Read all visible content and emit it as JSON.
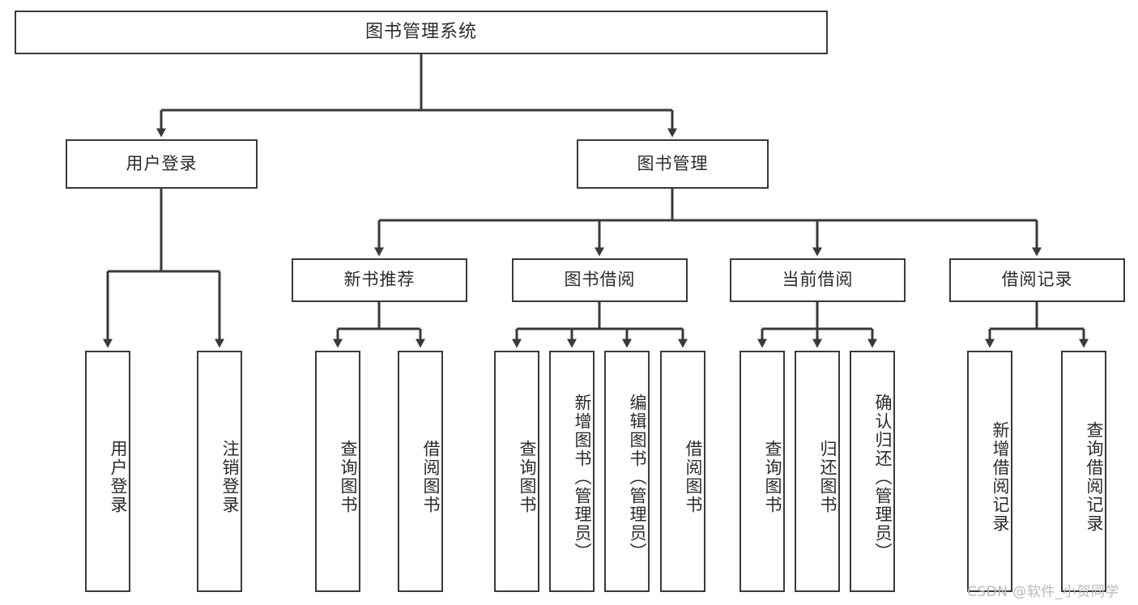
{
  "diagram": {
    "title": "图书管理系统",
    "type": "tree-hierarchy-diagram",
    "colors": {
      "box_border": "#3a3a3a",
      "box_fill": "#ffffff",
      "connector": "#3a3a3a",
      "text": "#2b2b2b",
      "watermark": "#b9b9b9",
      "background": "#ffffff"
    },
    "nodes": {
      "root": {
        "label": "图书管理系统"
      },
      "level2": [
        {
          "id": "user-login",
          "label": "用户登录"
        },
        {
          "id": "book-management",
          "label": "图书管理"
        }
      ],
      "level3": [
        {
          "id": "new-book-recommend",
          "label": "新书推荐"
        },
        {
          "id": "book-borrow",
          "label": "图书借阅"
        },
        {
          "id": "current-borrow",
          "label": "当前借阅"
        },
        {
          "id": "borrow-record",
          "label": "借阅记录"
        }
      ],
      "leaves": [
        {
          "id": "leaf-user-login",
          "label": "用户登录",
          "parent": "user-login"
        },
        {
          "id": "leaf-user-logout",
          "label": "注销登录",
          "parent": "user-login"
        },
        {
          "id": "leaf-query-book-1",
          "label": "查询图书",
          "parent": "new-book-recommend"
        },
        {
          "id": "leaf-borrow-book-1",
          "label": "借阅图书",
          "parent": "new-book-recommend"
        },
        {
          "id": "leaf-query-book-2",
          "label": "查询图书",
          "parent": "book-borrow"
        },
        {
          "id": "leaf-add-book",
          "label": "新增图书（管理员）",
          "parent": "book-borrow"
        },
        {
          "id": "leaf-edit-book",
          "label": "编辑图书（管理员）",
          "parent": "book-borrow"
        },
        {
          "id": "leaf-borrow-book-2",
          "label": "借阅图书",
          "parent": "book-borrow"
        },
        {
          "id": "leaf-query-book-3",
          "label": "查询图书",
          "parent": "current-borrow"
        },
        {
          "id": "leaf-return-book",
          "label": "归还图书",
          "parent": "current-borrow"
        },
        {
          "id": "leaf-confirm-return",
          "label": "确认归还（管理员）",
          "parent": "current-borrow"
        },
        {
          "id": "leaf-add-record",
          "label": "新增借阅记录",
          "parent": "borrow-record"
        },
        {
          "id": "leaf-query-record",
          "label": "查询借阅记录",
          "parent": "borrow-record"
        }
      ]
    },
    "watermark": "CSDN @软件_小贺同学"
  }
}
